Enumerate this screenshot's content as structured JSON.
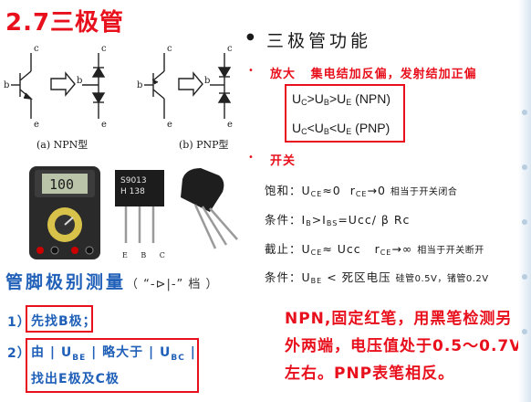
{
  "title": "2.7三极管",
  "diagrams": {
    "npn_caption": "(a) NPN型",
    "pnp_caption": "(b) PNP型",
    "terminal_c": "c",
    "terminal_b": "b",
    "terminal_e": "e"
  },
  "photo_labels": {
    "chip_top": "S9013",
    "chip_bottom": "H 138",
    "pins": "E B C",
    "meter_display": "100"
  },
  "functions": {
    "heading": "三极管功能",
    "amplify_label": "放大",
    "amplify_desc": "集电结加反偏，发射结加正偏",
    "npn_formula": "NPN",
    "pnp_formula": "PNP",
    "switch_label": "开关",
    "saturation_label": "饱和：",
    "saturation_value": "≈0",
    "saturation_r": "→0",
    "saturation_note": "相当于开关闭合",
    "condition1_label": "条件：",
    "condition1_text": "Ucc/ β Rc",
    "cutoff_label": "截止：",
    "cutoff_value": "≈ Ucc",
    "cutoff_r": "→∞",
    "cutoff_note": "相当于开关断开",
    "condition2_label": "条件：",
    "condition2_text": "< 死区电压",
    "condition2_note": "硅管0.5V，锗管0.2V"
  },
  "measure": {
    "heading": "管脚极别测量",
    "heading_sub": "（ “-⊳|-” 档 ）",
    "step1_num": "1）",
    "step1_text": "先找B极；",
    "step2_num": "2）",
    "step2_text_a": "由",
    "step2_text_b": "略大于",
    "step2_line2": "找出E极及C极",
    "note": "NPN,固定红笔，用黑笔检测另外两端，电压值处于0.5～0.7V左右。PNP表笔相反。"
  },
  "colors": {
    "accent_red": "#e8101c",
    "accent_blue": "#2060b8"
  }
}
